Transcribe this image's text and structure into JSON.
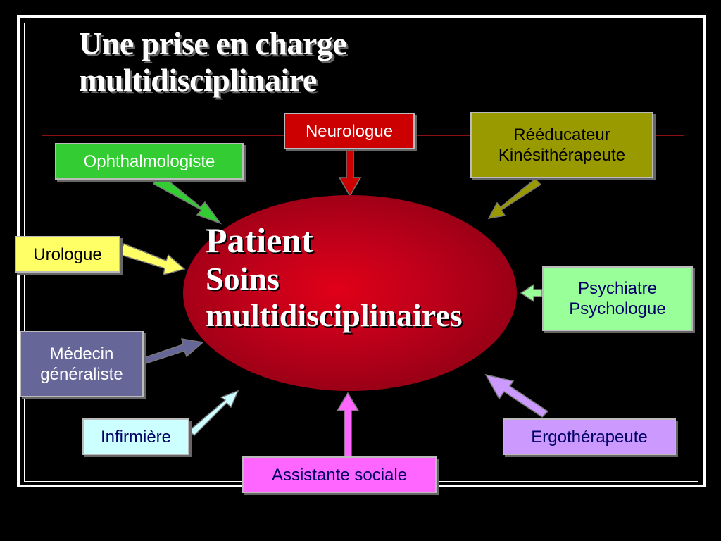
{
  "title": {
    "line1": "Une prise en charge",
    "line2": "multidisciplinaire"
  },
  "center": {
    "line1": "Patient",
    "line2": "Soins",
    "line3": "multidisciplinaires"
  },
  "roles": {
    "neurologue": {
      "label": "Neurologue",
      "color": "#cc0000"
    },
    "reeducateur": {
      "line1": "Rééducateur",
      "line2": "Kinésithérapeute",
      "color": "#999900"
    },
    "ophthalmologiste": {
      "label": "Ophthalmologiste",
      "color": "#33cc33"
    },
    "urologue": {
      "label": "Urologue",
      "color": "#ffff66"
    },
    "psychiatre": {
      "line1": "Psychiatre",
      "line2": "Psychologue",
      "color": "#99ff99"
    },
    "medecin": {
      "line1": "Médecin",
      "line2": "généraliste",
      "color": "#666699"
    },
    "infirmiere": {
      "label": "Infirmière",
      "color": "#ccffff"
    },
    "ergotherapeute": {
      "label": "Ergothérapeute",
      "color": "#cc99ff"
    },
    "assistante": {
      "label": "Assistante sociale",
      "color": "#ff66ff"
    }
  }
}
